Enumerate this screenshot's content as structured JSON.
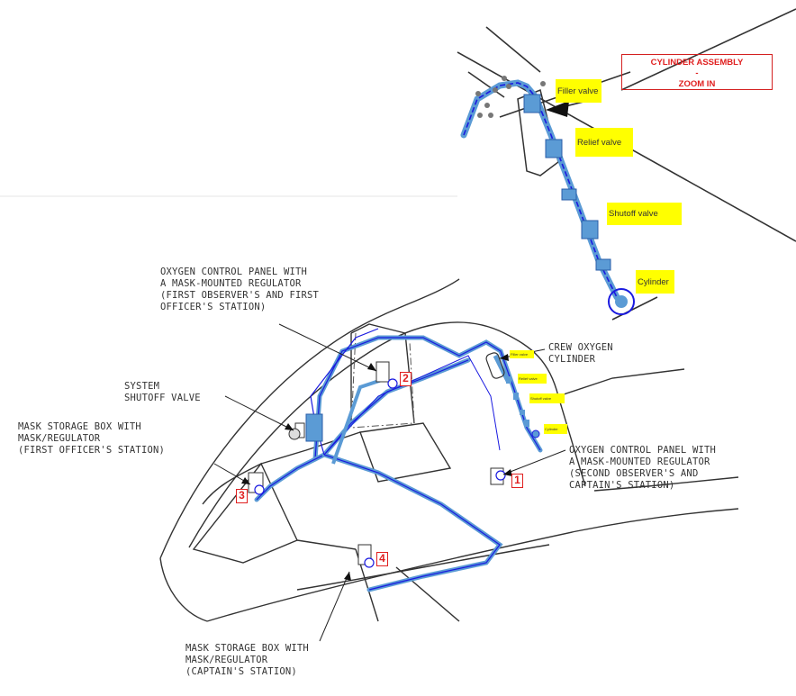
{
  "zoom_title": {
    "line1": "CYLINDER ASSEMBLY",
    "line2": "-",
    "line3": "ZOOM IN"
  },
  "zoom_labels": {
    "filler": "Filler valve",
    "relief": "Relief valve",
    "shutoff": "Shutoff valve",
    "cylinder": "Cylinder"
  },
  "small_labels": {
    "filler": "Filler valve",
    "relief": "Relief valve",
    "shutoff": "Shutoff valve",
    "cylinder": "Cylinder"
  },
  "callouts": {
    "ocp_first": "OXYGEN CONTROL PANEL WITH\nA MASK-MOUNTED REGULATOR\n(FIRST OBSERVER'S AND FIRST\nOFFICER'S STATION)",
    "system_shutoff": "SYSTEM\nSHUTOFF VALVE",
    "mask_first_officer": "MASK STORAGE BOX WITH\nMASK/REGULATOR\n(FIRST OFFICER'S STATION)",
    "crew_cylinder": "CREW OXYGEN\nCYLINDER",
    "ocp_second": "OXYGEN CONTROL PANEL WITH\nA MASK-MOUNTED REGULATOR\n(SECOND OBSERVER'S AND\nCAPTAIN'S STATION)",
    "mask_captain": "MASK STORAGE BOX WITH\nMASK/REGULATOR\n(CAPTAIN'S STATION)"
  },
  "tags": {
    "t1": "1",
    "t2": "2",
    "t3": "3",
    "t4": "4"
  },
  "colors": {
    "pipe": "#5b9bd5",
    "line": "#1a1ae0",
    "tag": "#e02020",
    "highlight": "#ffff00",
    "outline": "#333333"
  }
}
